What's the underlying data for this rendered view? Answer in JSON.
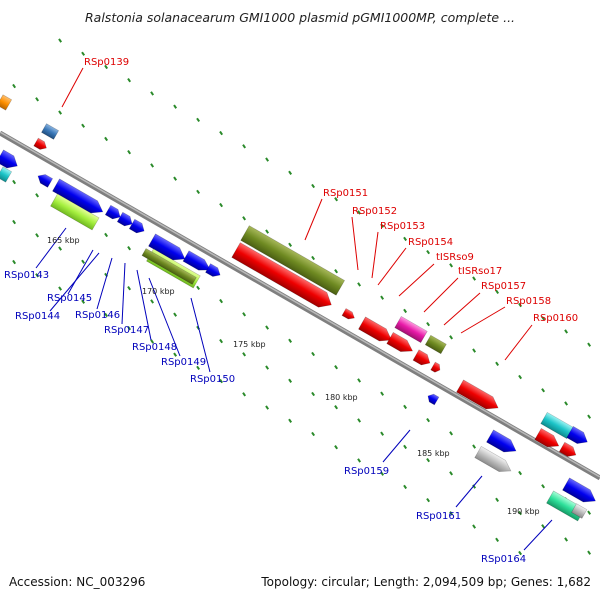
{
  "title": "Ralstonia solanacearum GMI1000 plasmid pGMI1000MP, complete ...",
  "footer": {
    "accession": "Accession: NC_003296",
    "summary": "Topology: circular; Length: 2,094,509 bp; Genes: 1,682"
  },
  "ticks": [
    "165 kbp",
    "170 kbp",
    "175 kbp",
    "180 kbp",
    "185 kbp",
    "190 kbp"
  ],
  "labels_top": [
    "RSp0139",
    "RSp0151",
    "RSp0152",
    "RSp0153",
    "RSp0154",
    "tISRso9",
    "tISRso17",
    "RSp0157",
    "RSp0158",
    "RSp0160"
  ],
  "labels_bottom": [
    "RSp0143",
    "RSp0145",
    "RSp0144",
    "RSp0146",
    "RSp0147",
    "RSp0148",
    "RSp0149",
    "RSp0150",
    "RSp0159",
    "RSp0161",
    "RSp0164"
  ],
  "colors": {
    "forward_label": "#dd0000",
    "reverse_label": "#0000bb",
    "backbone": "#8c8c8c",
    "grid_dash": "#2a8a2a"
  }
}
